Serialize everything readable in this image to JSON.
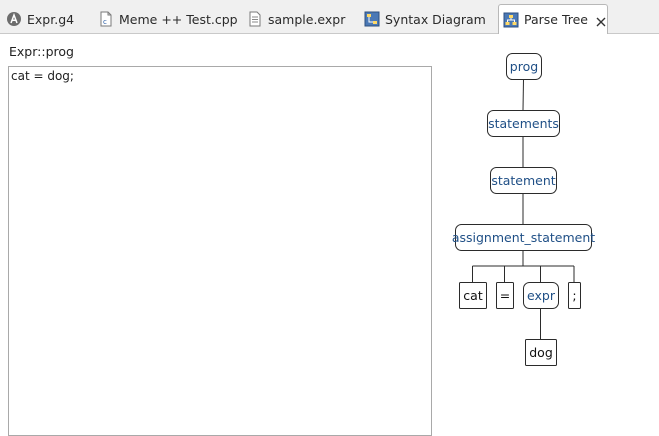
{
  "tabs": [
    {
      "label": "Expr.g4",
      "icon": "antlr-grammar-icon",
      "active": false
    },
    {
      "label": "Meme ++ Test.cpp",
      "icon": "cpp-file-icon",
      "active": false
    },
    {
      "label": "sample.expr",
      "icon": "text-file-icon",
      "active": false
    },
    {
      "label": "Syntax Diagram",
      "icon": "syntax-diagram-icon",
      "active": false
    },
    {
      "label": "Parse Tree",
      "icon": "parse-tree-icon",
      "active": true
    }
  ],
  "rule_label": "Expr::prog",
  "editor_text": "cat = dog;",
  "parse_tree": {
    "nodes": [
      {
        "id": "prog",
        "label": "prog",
        "kind": "rule"
      },
      {
        "id": "statements",
        "label": "statements",
        "kind": "rule"
      },
      {
        "id": "statement",
        "label": "statement",
        "kind": "rule"
      },
      {
        "id": "assignment_statement",
        "label": "assignment_statement",
        "kind": "rule"
      },
      {
        "id": "cat",
        "label": "cat",
        "kind": "terminal"
      },
      {
        "id": "eq",
        "label": "=",
        "kind": "terminal"
      },
      {
        "id": "expr",
        "label": "expr",
        "kind": "rule"
      },
      {
        "id": "semi",
        "label": ";",
        "kind": "terminal"
      },
      {
        "id": "dog",
        "label": "dog",
        "kind": "terminal"
      }
    ],
    "edges": [
      [
        "prog",
        "statements"
      ],
      [
        "statements",
        "statement"
      ],
      [
        "statement",
        "assignment_statement"
      ],
      [
        "assignment_statement",
        "cat"
      ],
      [
        "assignment_statement",
        "eq"
      ],
      [
        "assignment_statement",
        "expr"
      ],
      [
        "assignment_statement",
        "semi"
      ],
      [
        "expr",
        "dog"
      ]
    ]
  },
  "colors": {
    "rule_text": "#1f4f86",
    "terminal_text": "#111111",
    "tab_bar": "#f0f0f0"
  }
}
